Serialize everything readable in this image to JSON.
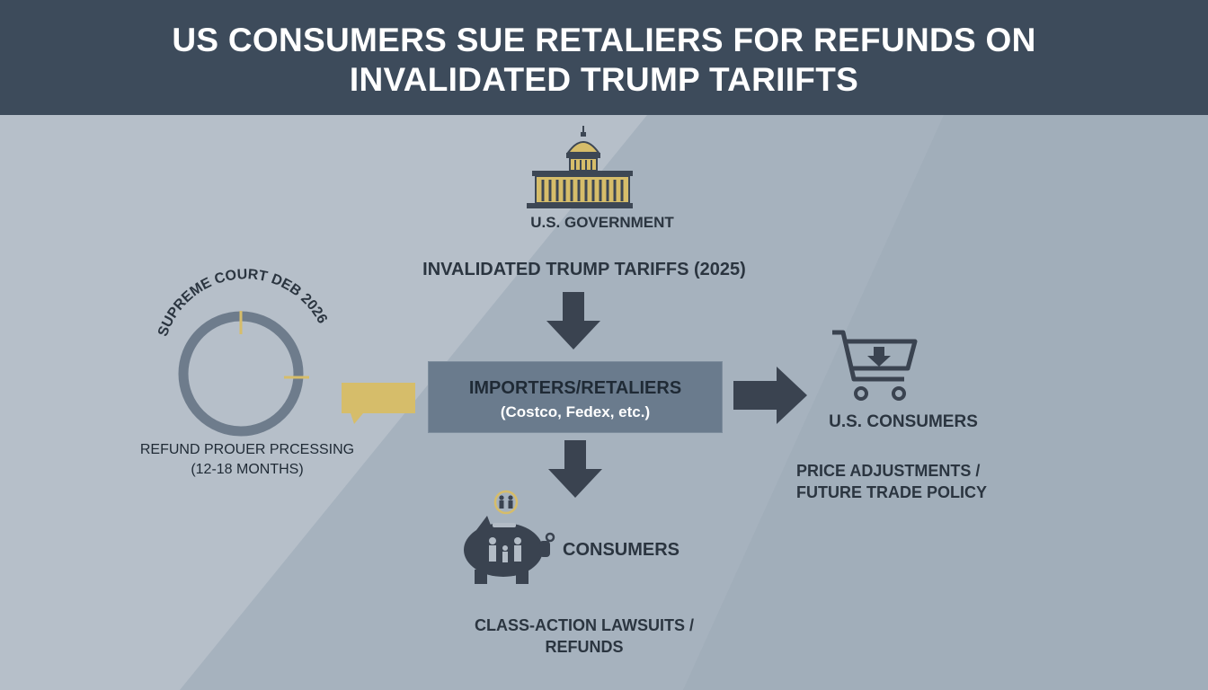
{
  "header": {
    "title_line1": "US CONSUMERS SUE RETALIERS FOR REFUNDS ON",
    "title_line2": "INVALIDATED TRUMP TARIIFTS"
  },
  "government": {
    "label": "U.S. GOVERNMENT",
    "icon": "capitol-icon"
  },
  "tariffs": {
    "label": "INVALIDATED TRUMP TARIFFS (2025)"
  },
  "importers": {
    "line1": "IMPORTERS/RETALIERS",
    "line2": "(Costco, Fedex, etc.)"
  },
  "court": {
    "arc_label": "SUPREME COURT DEB 2026",
    "caption_line1": "REFUND PROUER PRCESSING",
    "caption_line2": "(12-18 MONTHS)"
  },
  "us_consumers": {
    "label": "U.S. CONSUMERS",
    "caption_line1": "PRICE ADJUSTMENTS /",
    "caption_line2": "FUTURE TRADE POLICY",
    "icon": "shopping-cart-icon"
  },
  "consumers": {
    "label": "CONSUMERS",
    "caption_line1": "CLASS-ACTION LAWSUITS /",
    "caption_line2": "REFUNDS",
    "icon": "piggy-bank-icon"
  },
  "colors": {
    "header_bg": "#3d4b5b",
    "accent_gold": "#d6bd6a",
    "dark": "#3d4754",
    "box": "#6a7b8d"
  }
}
